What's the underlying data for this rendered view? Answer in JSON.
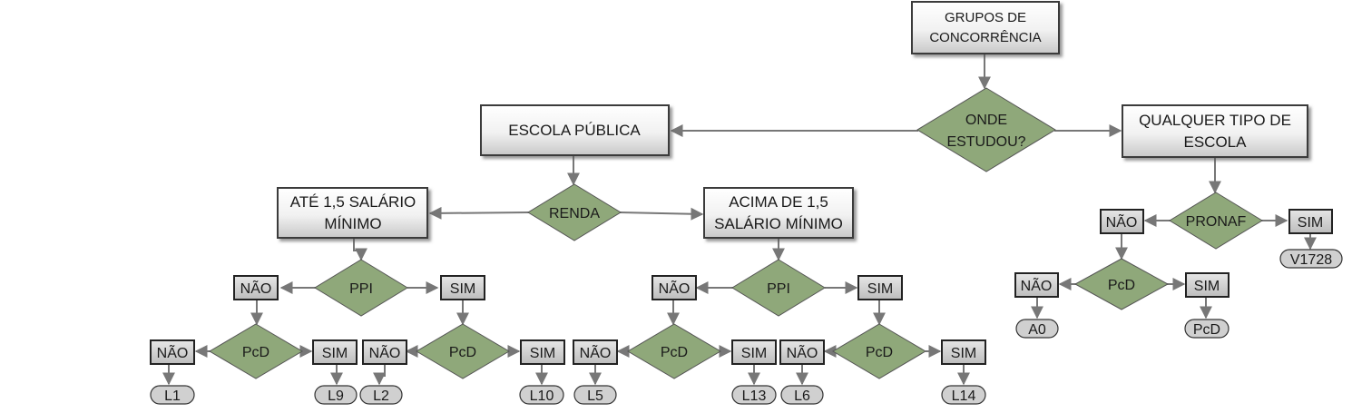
{
  "diagram": {
    "top_box": {
      "line1": "GRUPOS DE",
      "line2": "CONCORRÊNCIA"
    },
    "decision_main": {
      "line1": "ONDE",
      "line2": "ESTUDOU?"
    },
    "escola_publica": "ESCOLA PÚBLICA",
    "qualquer_tipo": {
      "line1": "QUALQUER TIPO DE",
      "line2": "ESCOLA"
    },
    "renda": "RENDA",
    "ate": {
      "line1": "ATÉ 1,5 SALÁRIO",
      "line2": "MÍNIMO"
    },
    "acima": {
      "line1": "ACIMA DE 1,5",
      "line2": "SALÁRIO MÍNIMO"
    },
    "ppi": "PPI",
    "pcd": "PcD",
    "pronaf": "PRONAF",
    "nao": "NÃO",
    "sim": "SIM",
    "results": {
      "l1": "L1",
      "l9": "L9",
      "l2": "L2",
      "l10": "L10",
      "l5": "L5",
      "l13": "L13",
      "l6": "L6",
      "l14": "L14",
      "v1728": "V1728",
      "a0": "A0",
      "pcd_result": "PcD"
    },
    "colors": {
      "diamond_fill": "#8fa87a",
      "box_fill_light": "#ffffff",
      "box_fill_dark": "#cfcfcf",
      "small_box_fill": "#c9c9c9",
      "pill_fill": "#d0d0d0",
      "edge": "#777777"
    }
  }
}
